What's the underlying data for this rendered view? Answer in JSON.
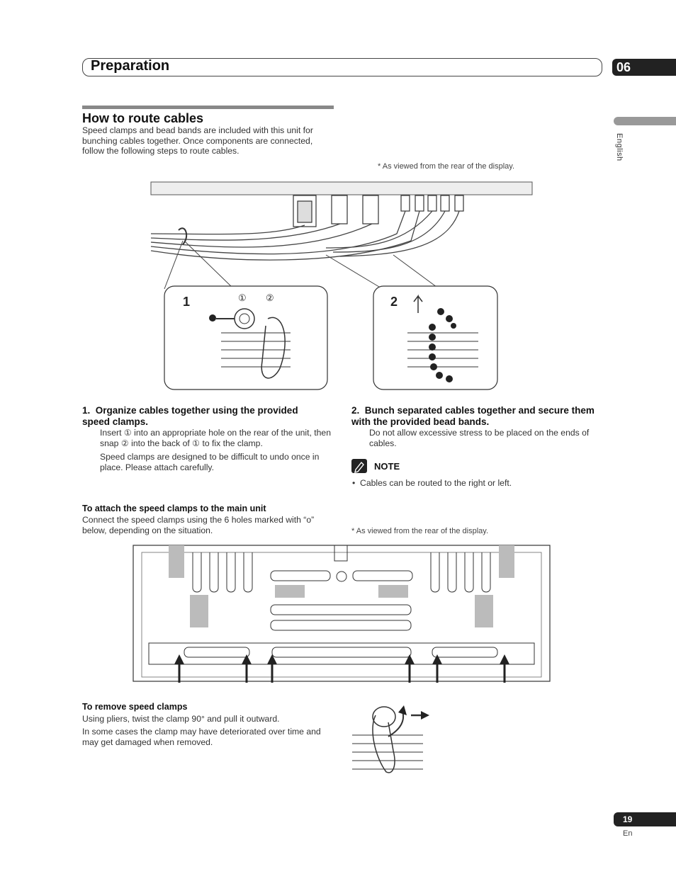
{
  "header": {
    "title": "Preparation",
    "chapter": "06"
  },
  "side_tab": {
    "language": "English"
  },
  "section": {
    "title": "How to route cables",
    "intro": "Speed clamps and bead bands are included with this unit for bunching cables together. Once components are connected, follow the following steps to route cables."
  },
  "figure1": {
    "caption": "* As viewed from the rear of the display.",
    "callout1_num": "1",
    "callout1_mark_a": "①",
    "callout1_mark_b": "②",
    "callout2_num": "2"
  },
  "steps": [
    {
      "head": "1.  Organize cables together using the provided speed clamps.",
      "body1": "Insert ① into an appropriate hole on the rear of the unit, then snap ② into the back of ① to fix the clamp.",
      "body2": "Speed clamps are designed to be difficult to undo once in place. Please attach carefully."
    },
    {
      "head": "2.  Bunch separated cables together and secure them with the provided bead bands.",
      "body1": "Do not allow excessive stress to be placed on the ends of cables."
    }
  ],
  "note": {
    "label": "NOTE",
    "item": "•  Cables can be routed to the right or left."
  },
  "attach": {
    "head": "To attach the speed clamps to the main unit",
    "body": "Connect the speed clamps using the 6 holes marked with “o” below, depending on the situation.",
    "caption": "* As viewed from the rear of the display."
  },
  "remove": {
    "head": "To remove speed clamps",
    "body1": "Using pliers, twist the clamp 90° and pull it outward.",
    "body2": "In some cases the clamp may have deteriorated over time and may get damaged when removed."
  },
  "footer": {
    "page": "19",
    "lang": "En"
  }
}
